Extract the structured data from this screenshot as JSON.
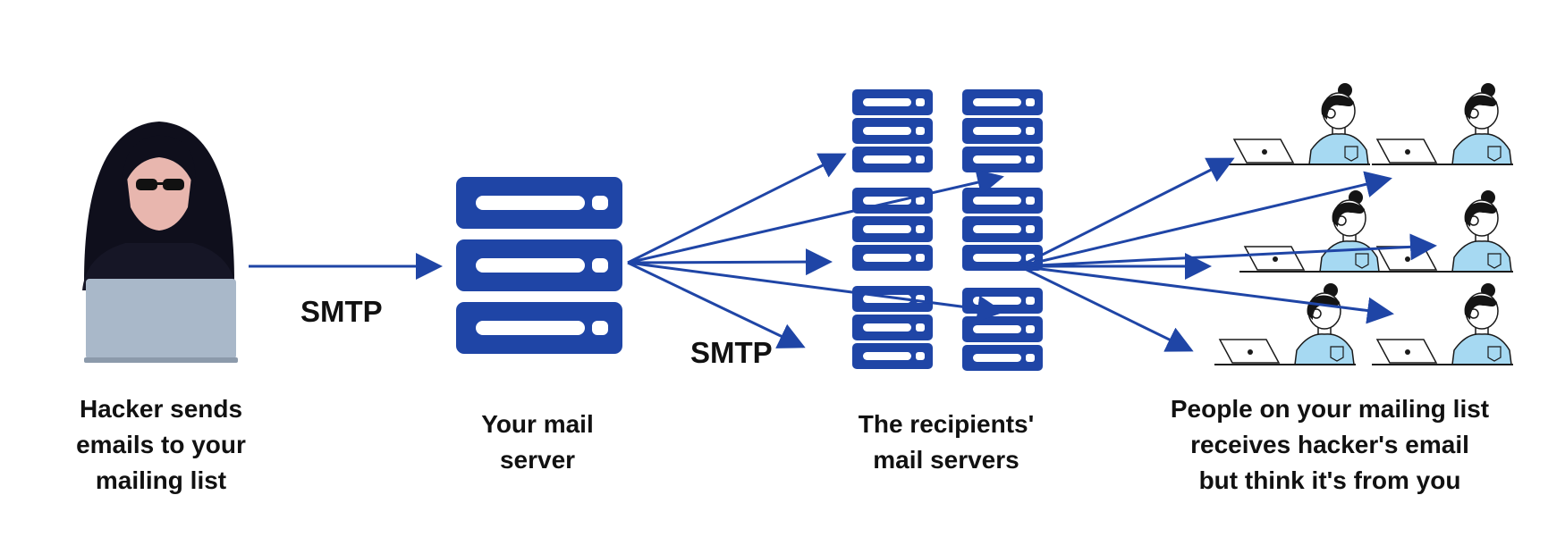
{
  "colors": {
    "accent": "#1f45a6",
    "hood": "#0f0f1c",
    "skin": "#e8b6ae",
    "laptop": "#a9b8c9",
    "shirt": "#a6d9f2",
    "hair": "#141414"
  },
  "labels": {
    "smtp_left": "SMTP",
    "smtp_right": "SMTP"
  },
  "captions": {
    "hacker": [
      "Hacker sends",
      "emails to your",
      "mailing list"
    ],
    "your_server": [
      "Your mail",
      "server"
    ],
    "recipients": [
      "The recipients'",
      "mail servers"
    ],
    "people": [
      "People on your mailing list",
      "receives hacker's email",
      "but think it's from you"
    ]
  },
  "icons": [
    "hacker-icon",
    "server-icon",
    "server-rack-icon",
    "person-at-laptop-icon"
  ]
}
